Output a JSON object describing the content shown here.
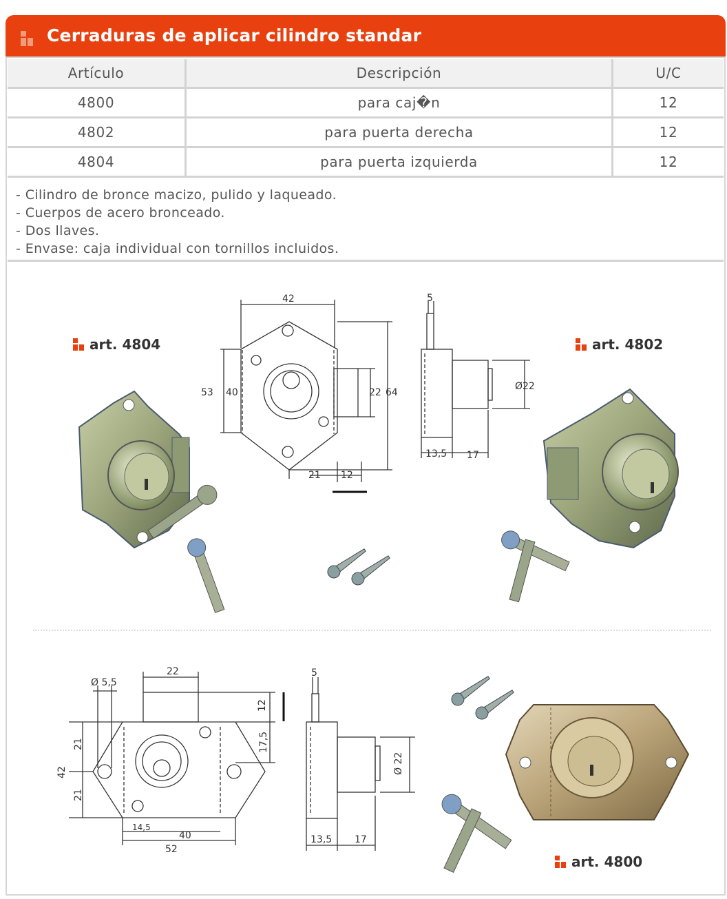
{
  "header": {
    "title": "Cerraduras de aplicar cilindro standar"
  },
  "table": {
    "columns": [
      "Artículo",
      "Descripción",
      "U/C"
    ],
    "rows": [
      {
        "articulo": "4800",
        "descripcion": "para caj�n",
        "uc": "12"
      },
      {
        "articulo": "4802",
        "descripcion": "para puerta derecha",
        "uc": "12"
      },
      {
        "articulo": "4804",
        "descripcion": "para puerta izquierda",
        "uc": "12"
      }
    ]
  },
  "notes": [
    "- Cilindro de bronce macizo, pulido y laqueado.",
    "- Cuerpos de acero bronceado.",
    "- Dos llaves.",
    "- Envase: caja individual con tornillos incluidos."
  ],
  "labels": {
    "art_4804": "art. 4804",
    "art_4802": "art. 4802",
    "art_4800": "art. 4800"
  },
  "dims_top": {
    "w42": "42",
    "h53": "53",
    "h40": "40",
    "h22": "22",
    "h64": "64",
    "d21": "21",
    "d12": "12",
    "s5": "5",
    "dia22": "Ø22",
    "s135": "13,5",
    "s17": "17"
  },
  "dims_bottom": {
    "w22": "22",
    "dia55": "Ø 5,5",
    "v12": "12",
    "v175": "17,5",
    "v21a": "21",
    "v42": "42",
    "v21b": "21",
    "s145": "14,5",
    "w40": "40",
    "w52": "52",
    "s5": "5",
    "dia22": "Ø 22",
    "s135": "13,5",
    "s17": "17"
  },
  "colors": {
    "accent": "#e8410f",
    "border": "#d3d3d3",
    "text": "#555555"
  }
}
